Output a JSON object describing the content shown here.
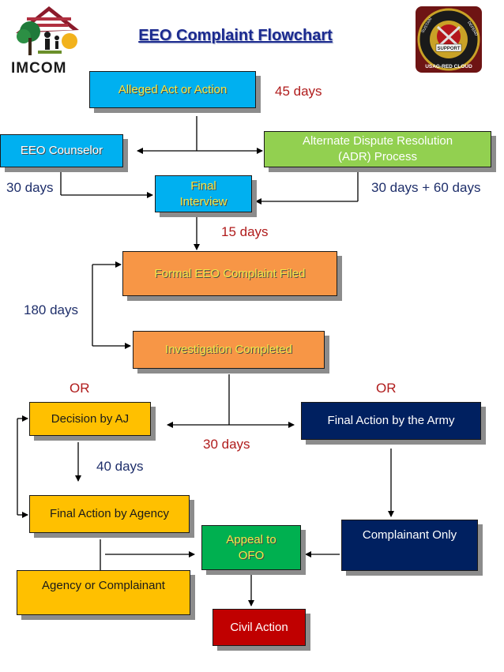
{
  "header": {
    "title": "EEO Complaint Flowchart",
    "logo_left_text": "IMCOM",
    "seal_right": {
      "top_text": "USAG-RED CLOUD",
      "banner_text": "SUPPORT",
      "side_left": "SUSTAIN",
      "side_right": "DEFEND"
    }
  },
  "nodes": {
    "alleged": "Alleged Act or Action",
    "counselor": "EEO Counselor",
    "adr_line1": "Alternate Dispute Resolution",
    "adr_line2": "(ADR) Process",
    "final_interview_line1": "Final",
    "final_interview_line2": "Interview",
    "formal": "Formal EEO Complaint Filed",
    "investigation": "Investigation Completed",
    "decision_aj": "Decision by AJ",
    "final_army": "Final Action by the Army",
    "final_agency": "Final Action by Agency",
    "complainant_only": "Complainant Only",
    "appeal_line1": "Appeal to",
    "appeal_line2": "OFO",
    "agency_or_complainant": "Agency or Complainant",
    "civil_action": "Civil Action"
  },
  "labels": {
    "d45": "45 days",
    "d30_left": "30 days",
    "d30_60": "30 days + 60 days",
    "d15": "15 days",
    "d180": "180 days",
    "or_left": "OR",
    "or_right": "OR",
    "d30_mid": "30 days",
    "d40": "40 days"
  },
  "colors": {
    "cyan_box": "#00b0f0",
    "green_box": "#92d050",
    "orange_box": "#f79646",
    "yellow_box": "#ffc000",
    "navy_box": "#002060",
    "dark_green_box": "#00b050",
    "red_box": "#c00000",
    "title": "#1b2a8f",
    "red_label": "#b01c1c",
    "navy_label": "#1f2f6b"
  }
}
